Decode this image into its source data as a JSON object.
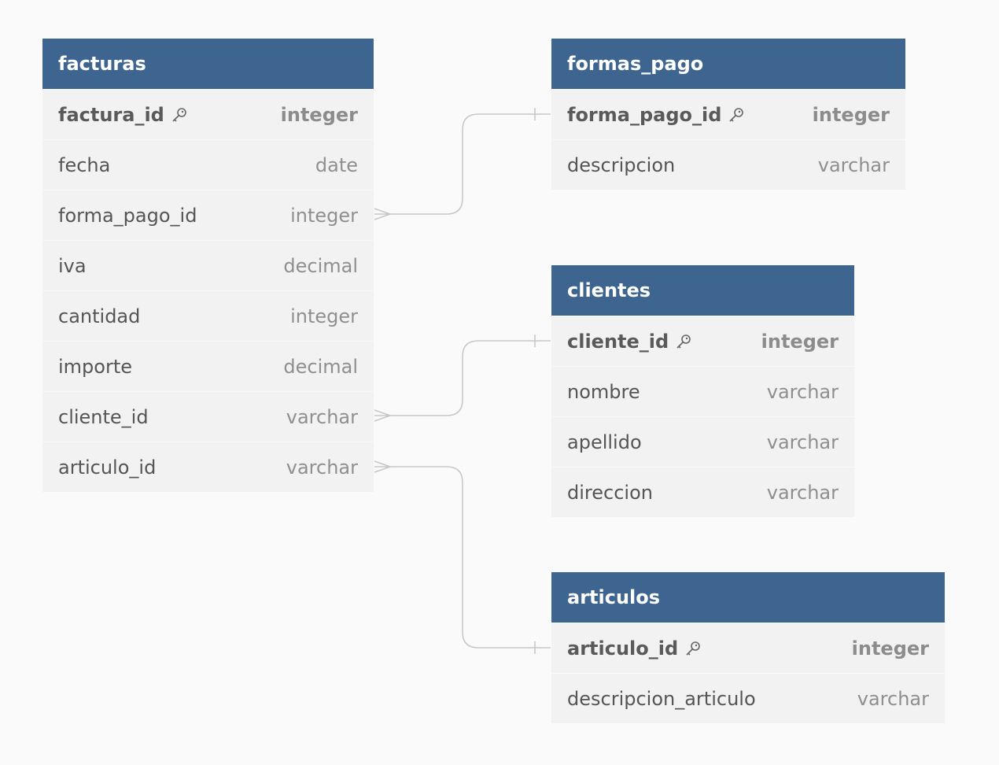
{
  "tables": {
    "facturas": {
      "name": "facturas",
      "columns": [
        {
          "name": "factura_id",
          "type": "integer",
          "pk": true
        },
        {
          "name": "fecha",
          "type": "date"
        },
        {
          "name": "forma_pago_id",
          "type": "integer"
        },
        {
          "name": "iva",
          "type": "decimal"
        },
        {
          "name": "cantidad",
          "type": "integer"
        },
        {
          "name": "importe",
          "type": "decimal"
        },
        {
          "name": "cliente_id",
          "type": "varchar"
        },
        {
          "name": "articulo_id",
          "type": "varchar"
        }
      ]
    },
    "formas_pago": {
      "name": "formas_pago",
      "columns": [
        {
          "name": "forma_pago_id",
          "type": "integer",
          "pk": true
        },
        {
          "name": "descripcion",
          "type": "varchar"
        }
      ]
    },
    "clientes": {
      "name": "clientes",
      "columns": [
        {
          "name": "cliente_id",
          "type": "integer",
          "pk": true
        },
        {
          "name": "nombre",
          "type": "varchar"
        },
        {
          "name": "apellido",
          "type": "varchar"
        },
        {
          "name": "direccion",
          "type": "varchar"
        }
      ]
    },
    "articulos": {
      "name": "articulos",
      "columns": [
        {
          "name": "articulo_id",
          "type": "integer",
          "pk": true
        },
        {
          "name": "descripcion_articulo",
          "type": "varchar"
        }
      ]
    }
  },
  "relations": [
    {
      "from": "facturas.forma_pago_id",
      "to": "formas_pago.forma_pago_id",
      "cardinality": "many-to-one"
    },
    {
      "from": "facturas.cliente_id",
      "to": "clientes.cliente_id",
      "cardinality": "many-to-one"
    },
    {
      "from": "facturas.articulo_id",
      "to": "articulos.articulo_id",
      "cardinality": "many-to-one"
    }
  ],
  "colors": {
    "header": "#3e6490",
    "body": "#f2f2f2",
    "background": "#fafafa",
    "connector": "#c8c8c8"
  },
  "icons": {
    "primary_key": "key-icon"
  }
}
